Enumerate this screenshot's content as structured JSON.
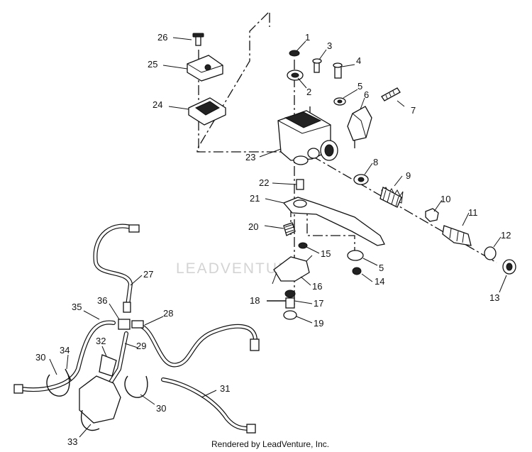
{
  "diagram": {
    "watermark_text": "LEADVENTURE",
    "credit_text": "Rendered by LeadVenture, Inc.",
    "callouts": [
      {
        "id": "1",
        "text": "1"
      },
      {
        "id": "2",
        "text": "2"
      },
      {
        "id": "3",
        "text": "3"
      },
      {
        "id": "4",
        "text": "4"
      },
      {
        "id": "5",
        "text": "5"
      },
      {
        "id": "6",
        "text": "6"
      },
      {
        "id": "7",
        "text": "7"
      },
      {
        "id": "8",
        "text": "8"
      },
      {
        "id": "9",
        "text": "9"
      },
      {
        "id": "10",
        "text": "10"
      },
      {
        "id": "11",
        "text": "11"
      },
      {
        "id": "12",
        "text": "12"
      },
      {
        "id": "13",
        "text": "13"
      },
      {
        "id": "14",
        "text": "14"
      },
      {
        "id": "15",
        "text": "15"
      },
      {
        "id": "16",
        "text": "16"
      },
      {
        "id": "17",
        "text": "17"
      },
      {
        "id": "18",
        "text": "18"
      },
      {
        "id": "19",
        "text": "19"
      },
      {
        "id": "20",
        "text": "20"
      },
      {
        "id": "21",
        "text": "21"
      },
      {
        "id": "22",
        "text": "22"
      },
      {
        "id": "23",
        "text": "23"
      },
      {
        "id": "24",
        "text": "24"
      },
      {
        "id": "25",
        "text": "25"
      },
      {
        "id": "26",
        "text": "26"
      },
      {
        "id": "27",
        "text": "27"
      },
      {
        "id": "28",
        "text": "28"
      },
      {
        "id": "29",
        "text": "29"
      },
      {
        "id": "30a",
        "text": "30"
      },
      {
        "id": "30b",
        "text": "30"
      },
      {
        "id": "31",
        "text": "31"
      },
      {
        "id": "32",
        "text": "32"
      },
      {
        "id": "33",
        "text": "33"
      },
      {
        "id": "34",
        "text": "34"
      },
      {
        "id": "35",
        "text": "35"
      },
      {
        "id": "36",
        "text": "36"
      },
      {
        "id": "5b",
        "text": "5"
      }
    ]
  }
}
